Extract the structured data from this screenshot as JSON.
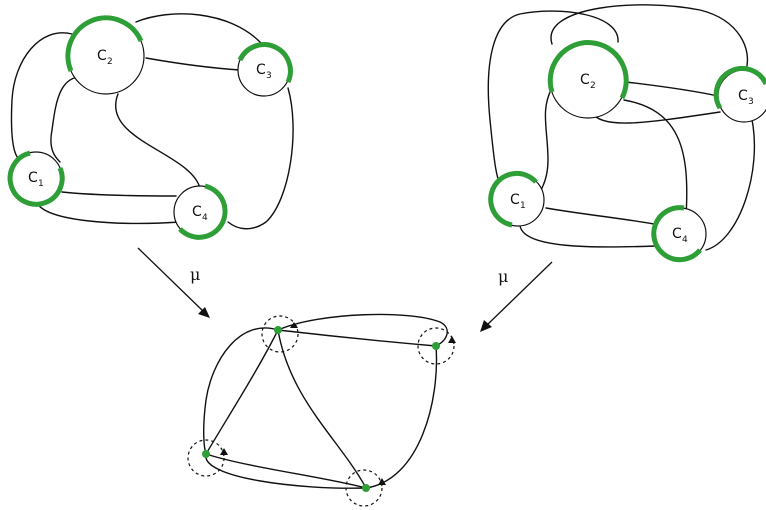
{
  "left_diagram": {
    "circles": [
      {
        "letter": "C",
        "index": "1"
      },
      {
        "letter": "C",
        "index": "2"
      },
      {
        "letter": "C",
        "index": "3"
      },
      {
        "letter": "C",
        "index": "4"
      }
    ]
  },
  "right_diagram": {
    "circles": [
      {
        "letter": "C",
        "index": "1"
      },
      {
        "letter": "C",
        "index": "2"
      },
      {
        "letter": "C",
        "index": "3"
      },
      {
        "letter": "C",
        "index": "4"
      }
    ]
  },
  "arrows": {
    "left_label": "μ",
    "right_label": "μ"
  },
  "colors": {
    "green": "#2e9e37",
    "ink": "#111111"
  }
}
